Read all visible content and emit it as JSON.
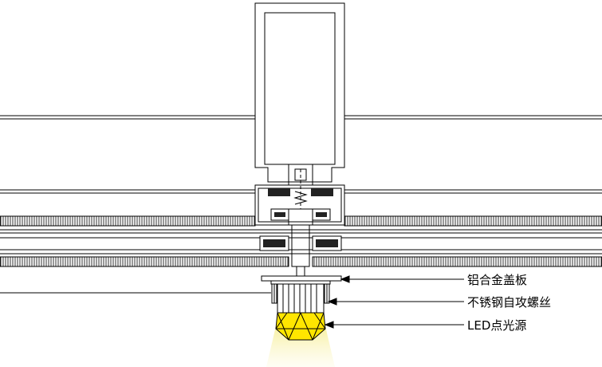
{
  "labels": {
    "cover_plate": "铝合金盖板",
    "screw": "不锈钢自攻螺丝",
    "led": "LED点光源"
  },
  "colors": {
    "line": "#000000",
    "glass_hatch": "#444444",
    "led_glow": "#f7ef8a",
    "led_body": "#ffe600"
  }
}
